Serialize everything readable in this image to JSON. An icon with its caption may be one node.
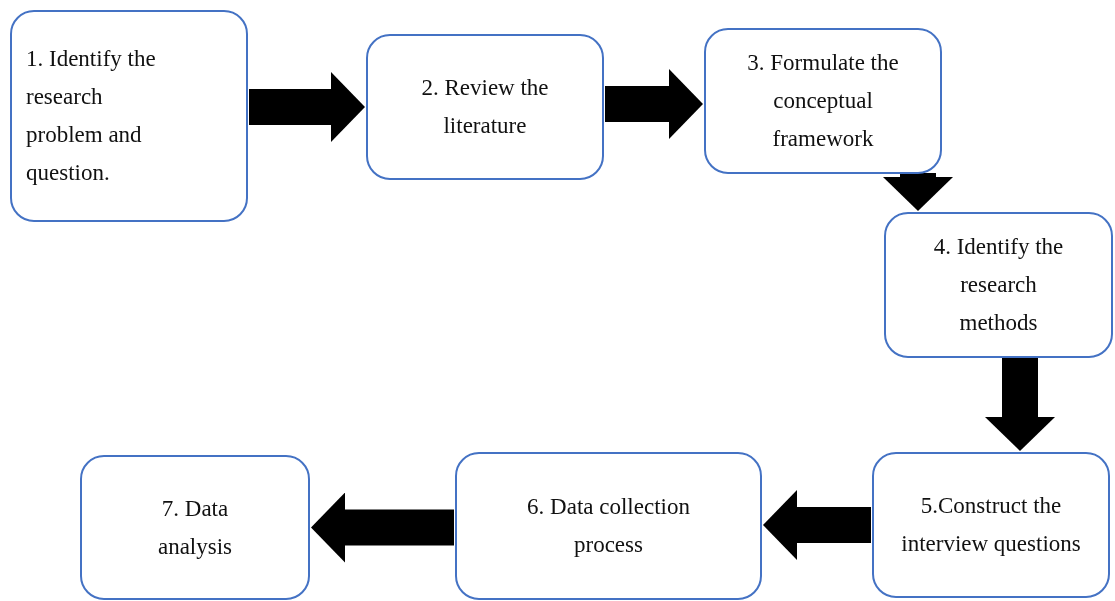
{
  "diagram": {
    "nodes": [
      {
        "text": [
          "1. Identify the research problem and question."
        ]
      },
      {
        "text": [
          "2. Review the literature"
        ]
      },
      {
        "text": [
          "3. Formulate the conceptual framework"
        ]
      },
      {
        "text": [
          "4. Identify the research methods"
        ]
      },
      {
        "text": [
          "5.Construct the interview questions"
        ]
      },
      {
        "text": [
          "6. Data collection process"
        ]
      },
      {
        "text": [
          "7. Data analysis"
        ]
      }
    ],
    "edges": [
      {
        "from": 0,
        "to": 1,
        "arrow": "to"
      },
      {
        "from": 1,
        "to": 2,
        "arrow": "to"
      },
      {
        "from": 2,
        "to": 3,
        "arrow": "to"
      },
      {
        "from": 3,
        "to": 4,
        "arrow": "to"
      },
      {
        "from": 4,
        "to": 5,
        "arrow": "to"
      },
      {
        "from": 5,
        "to": 6,
        "arrow": "to"
      }
    ]
  }
}
